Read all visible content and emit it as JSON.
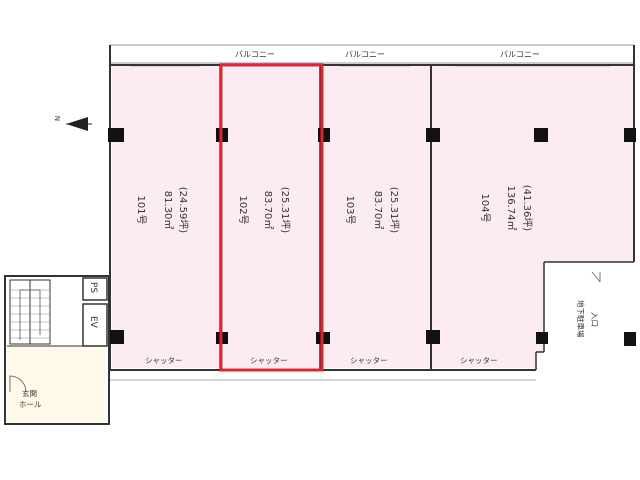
{
  "balcony_label": "バルコニー",
  "units": [
    {
      "number": "101号",
      "area_m2": "81.30㎡",
      "area_tsubo": "(24.59坪)",
      "shutter": "シャッター",
      "highlighted": false
    },
    {
      "number": "102号",
      "area_m2": "83.70㎡",
      "area_tsubo": "(25.31坪)",
      "shutter": "シャッター",
      "highlighted": true
    },
    {
      "number": "103号",
      "area_m2": "83.70㎡",
      "area_tsubo": "(25.31坪)",
      "shutter": "シャッター",
      "highlighted": false
    },
    {
      "number": "104号",
      "area_m2": "136.74㎡",
      "area_tsubo": "(41.36坪)",
      "shutter": "シャッター",
      "highlighted": false
    }
  ],
  "core": {
    "ps_label": "PS",
    "ev_label": "EV",
    "hall_line1": "玄関",
    "hall_line2": "ホール"
  },
  "parking": {
    "line1": "地下駐車場",
    "line2": "入口"
  },
  "north_label": "N",
  "colors": {
    "unit_fill": "#fcebf2",
    "highlight": "#e0252f",
    "wall": "#333333",
    "thin_line": "#999999"
  }
}
